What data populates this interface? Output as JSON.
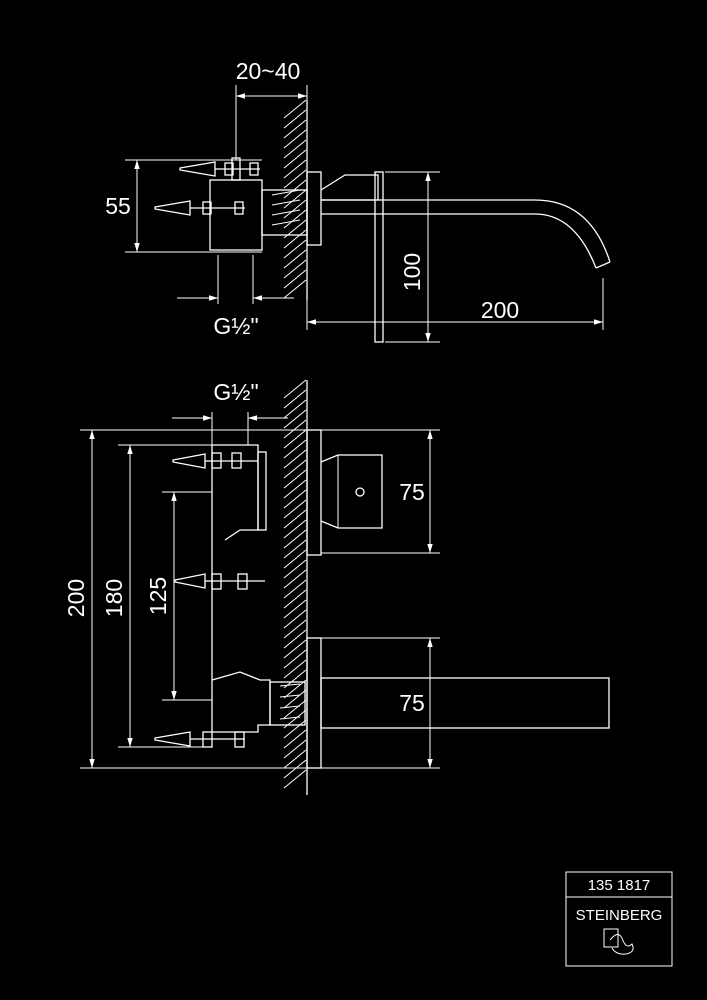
{
  "dimensions": {
    "top_view": {
      "wall_depth": "20~40",
      "body_height": "55",
      "outlet_height": "100",
      "spout_length": "200",
      "thread": "G½\""
    },
    "front_view": {
      "thread": "G½\"",
      "overall_height": "200",
      "body_height": "180",
      "fixing_distance": "125",
      "handle_height": "75",
      "spout_height": "75"
    }
  },
  "title_block": {
    "article_number": "135 1817",
    "brand": "STEINBERG",
    "logo": "steinberg-logo-icon"
  },
  "colors": {
    "background": "#000000",
    "lines": "#ffffff"
  }
}
